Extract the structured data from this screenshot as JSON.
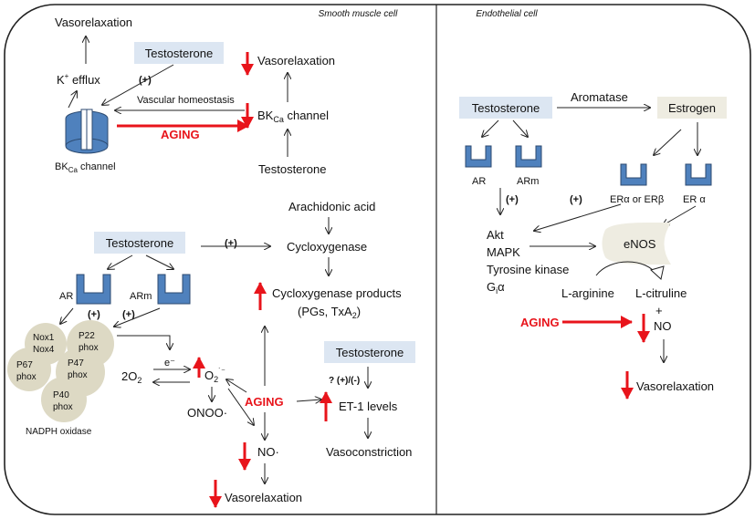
{
  "panels": {
    "smooth_muscle": "Smooth muscle cell",
    "endothelial": "Endothelial cell"
  },
  "smc_top": {
    "vasorelaxation_left": "Vasorelaxation",
    "k_main": "K",
    "k_sup": "+",
    "k_rest": " efflux",
    "plus": "(+)",
    "testosterone": "Testosterone",
    "vasorelaxation_mid": "Vasorelaxation",
    "vascular_homeostasis": "Vascular homeostasis",
    "aging": "AGING",
    "bk_main": "BK",
    "bk_sub": "Ca",
    "bk_rest": " channel",
    "bk_left_main": "BK",
    "bk_left_sub": "Ca",
    "bk_left_rest": " channel",
    "testosterone_bottom": "Testosterone"
  },
  "smc_bottom": {
    "testosterone": "Testosterone",
    "plus_top": "(+)",
    "ar": "AR",
    "arm": "ARm",
    "plus_ar": "(+)",
    "plus_arm": "(+)",
    "arachidonic_acid": "Arachidonic acid",
    "cyclooxygenase": "Cycloxygenase",
    "cox_products": "Cycloxygenase products",
    "pgs_main": "(PGs, TxA",
    "pgs_sub": "2",
    "pgs_end": ")",
    "nox": {
      "nox1": "Nox1",
      "nox4": "Nox4",
      "p22": "P22",
      "p22_phox": "phox",
      "p67": "P67",
      "p67_phox": "phox",
      "p47": "P47",
      "p47_phox": "phox",
      "p40": "P40",
      "p40_phox": "phox",
      "nadph_label": "NADPH oxidase"
    },
    "e_minus": "e⁻",
    "two_o2_main": "2O",
    "two_o2_sub": "2",
    "o2_main": "O",
    "o2_sub": "2",
    "o2_sup": "˙⁻",
    "onoo": "ONOO·",
    "aging": "AGING",
    "no": "NO·",
    "vasorelaxation": "Vasorelaxation",
    "testosterone_right": "Testosterone",
    "plus_minus": "? (+)/(-)",
    "et1_levels": "ET-1 levels",
    "vasoconstriction": "Vasoconstriction"
  },
  "endo": {
    "testosterone": "Testosterone",
    "aromatase": "Aromatase",
    "estrogen": "Estrogen",
    "ar": "AR",
    "arm": "ARm",
    "plus_left": "(+)",
    "plus_right": "(+)",
    "er_alpha_beta": "ERα or ERβ",
    "er_alpha": "ER α",
    "akt": "Akt",
    "mapk": "MAPK",
    "tyrosine_kinase": "Tyrosine kinase",
    "gia_main": "G",
    "gia_sub": "i",
    "gia_rest": "α",
    "enos": "eNOS",
    "l_arginine": "L-arginine",
    "l_citruline": "L-citruline",
    "plus": "+",
    "no": "NO",
    "aging": "AGING",
    "vasorelaxation": "Vasorelaxation"
  },
  "colors": {
    "aging_red": "#e8141b",
    "testosterone_box": "#dce6f2",
    "estrogen_box": "#eeece1",
    "receptor_blue": "#4f81bd",
    "nadph_fill": "#ddd9c4",
    "enos_fill": "#eeece1"
  }
}
